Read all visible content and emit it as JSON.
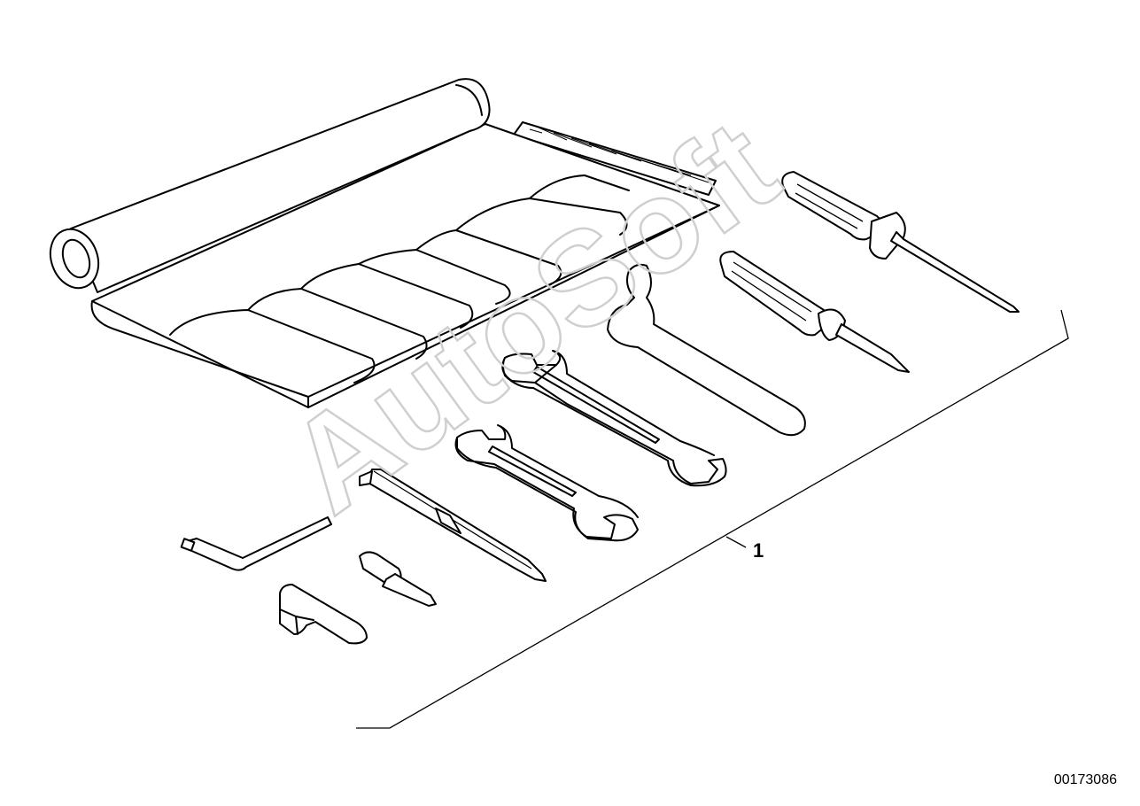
{
  "diagram": {
    "callout": "1",
    "drawing_number": "00173086",
    "watermark": "AutoSoft"
  }
}
